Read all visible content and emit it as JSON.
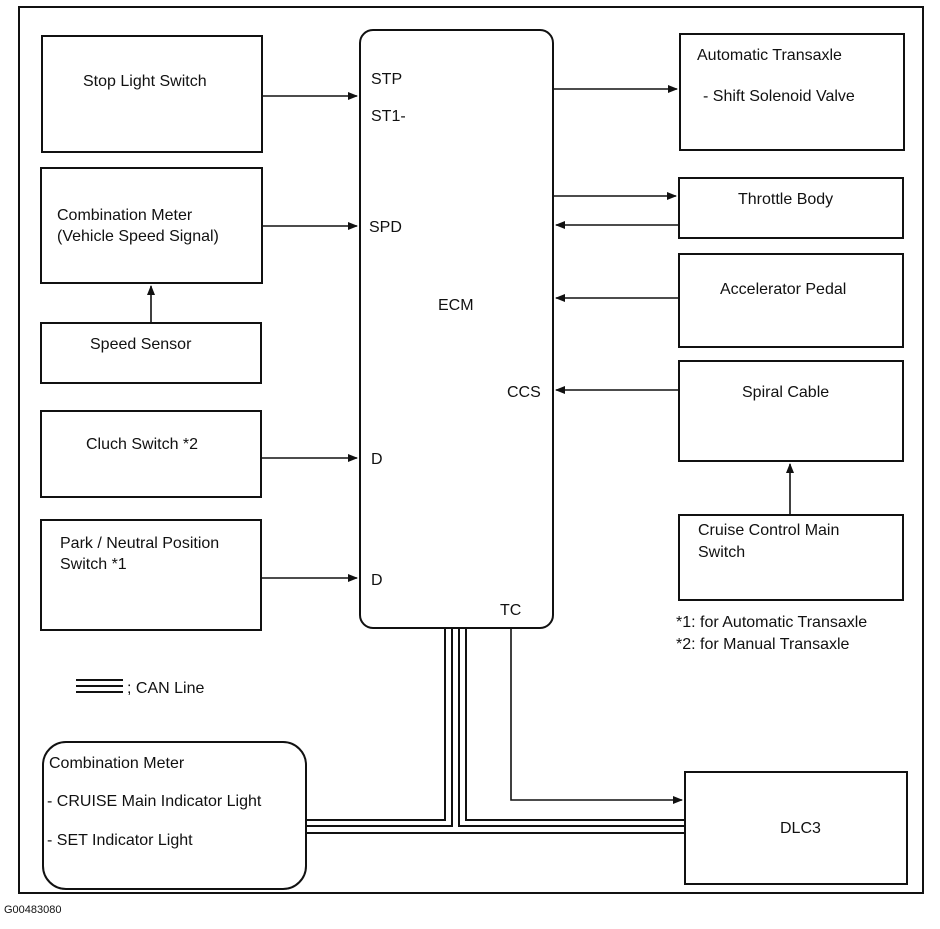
{
  "boxes": {
    "stop_light_switch": "Stop Light Switch",
    "combination_meter_line1": "Combination Meter",
    "combination_meter_line2": "(Vehicle Speed Signal)",
    "speed_sensor": "Speed Sensor",
    "cluch_switch": "Cluch Switch *2",
    "park_neutral_line1": "Park / Neutral Position",
    "park_neutral_line2": "Switch *1",
    "ecm": "ECM",
    "automatic_transaxle_line1": "Automatic Transaxle",
    "automatic_transaxle_line2": "- Shift Solenoid Valve",
    "throttle_body": "Throttle Body",
    "accelerator_pedal": "Accelerator Pedal",
    "spiral_cable": "Spiral Cable",
    "cruise_control_line1": "Cruise Control Main",
    "cruise_control_line2": "Switch",
    "comb_meter_bottom_title": "Combination Meter",
    "comb_meter_bottom_item1": "- CRUISE Main Indicator Light",
    "comb_meter_bottom_item2": "- SET Indicator Light",
    "dlc3": "DLC3"
  },
  "ecm_pins": {
    "stp": "STP",
    "st1": "ST1-",
    "spd": "SPD",
    "ccs": "CCS",
    "d1": "D",
    "d2": "D",
    "tc": "TC"
  },
  "notes": {
    "note1": "*1: for Automatic Transaxle",
    "note2": "*2: for Manual Transaxle"
  },
  "legend": {
    "can_line": "; CAN Line"
  },
  "figure_id": "G00483080"
}
